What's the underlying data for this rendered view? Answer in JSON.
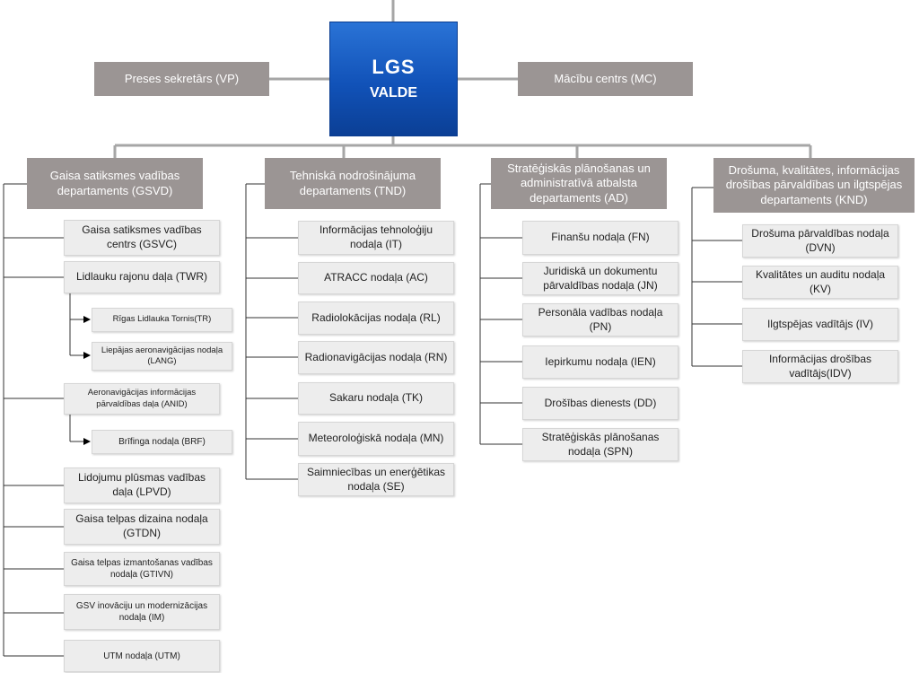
{
  "center": {
    "line1": "LGS",
    "line2": "VALDE"
  },
  "top_left": "Preses sekretārs (VP)",
  "top_right": "Mācību centrs (MC)",
  "colors": {
    "center_blue": "#1152b8",
    "dept_gray": "#9b9594",
    "unit_gray": "#ededed",
    "line_gray": "#a6a6a6"
  },
  "departments": [
    {
      "label": "Gaisa satiksmes vadības departaments (GSVD)",
      "units": [
        "Gaisa satiksmes vadības centrs (GSVC)",
        "Lidlauku rajonu daļa (TWR)",
        "Rīgas Lidlauka Tornis(TR)",
        "Liepājas aeronavigācijas nodaļa (LANG)",
        "Aeronavigācijas informācijas pārvaldības daļa (ANID)",
        "Brīfinga nodaļa (BRF)",
        "Lidojumu plūsmas vadības daļa (LPVD)",
        "Gaisa telpas dizaina nodaļa (GTDN)",
        "Gaisa telpas izmantošanas vadības nodaļa (GTIVN)",
        "GSV inovāciju un modernizācijas nodaļa (IM)",
        "UTM nodaļa (UTM)"
      ]
    },
    {
      "label": "Tehniskā nodrošinājuma departaments (TND)",
      "units": [
        "Informācijas tehnoloģiju nodaļa (IT)",
        "ATRACC nodaļa (AC)",
        "Radiolokācijas nodaļa (RL)",
        "Radionavigācijas nodaļa (RN)",
        "Sakaru nodaļa (TK)",
        "Meteoroloģiskā nodaļa (MN)",
        "Saimniecības un enerģētikas nodaļa (SE)"
      ]
    },
    {
      "label": "Stratēģiskās plānošanas un administratīvā atbalsta departaments (AD)",
      "units": [
        "Finanšu nodaļa (FN)",
        "Juridiskā un dokumentu pārvaldības nodaļa (JN)",
        "Personāla vadības nodaļa (PN)",
        "Iepirkumu nodaļa (IEN)",
        "Drošības dienests (DD)",
        "Stratēģiskās plānošanas nodaļa (SPN)"
      ]
    },
    {
      "label": "Drošuma, kvalitātes, informācijas drošības pārvaldības un ilgtspējas departaments (KND)",
      "units": [
        "Drošuma pārvaldības nodaļa (DVN)",
        "Kvalitātes un auditu nodaļa (KV)",
        "Ilgtspējas vadītājs (IV)",
        "Informācijas drošības vadītājs(IDV)"
      ]
    }
  ]
}
